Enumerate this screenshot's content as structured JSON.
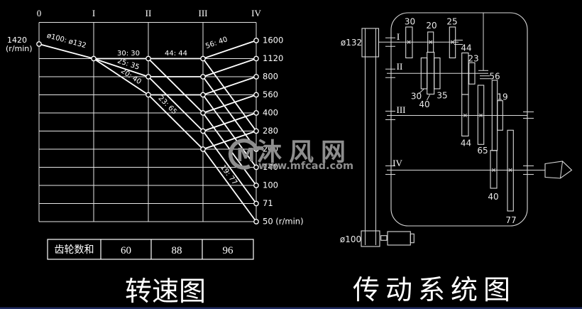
{
  "speed_chart": {
    "title": "转速图",
    "input_speed": "1420",
    "input_unit": "(r/min)",
    "columns": [
      "0",
      "I",
      "II",
      "III",
      "IV"
    ],
    "speeds": [
      "1600",
      "1120",
      "800",
      "560",
      "400",
      "280",
      "200",
      "140",
      "100",
      "71",
      "50 (r/min)"
    ],
    "ratios": {
      "belt": "ø100: ø132",
      "r3030": "30: 30",
      "r2535": "25: 35",
      "r2040": "20: 40",
      "r4444": "44: 44",
      "r2365": "23: 65",
      "r5640": "56: 40",
      "r1977": "19: 77"
    },
    "table": {
      "header": "齿轮数和",
      "values": [
        "60",
        "88",
        "96"
      ]
    }
  },
  "transmission": {
    "title": "传动系统图",
    "pulley_top": "ø132",
    "pulley_bottom": "ø100",
    "shafts": [
      "I",
      "II",
      "III",
      "IV"
    ],
    "gears": {
      "g30i": "30",
      "g20": "20",
      "g25": "25",
      "g44ii": "44",
      "g23": "23",
      "g56": "56",
      "g19": "19",
      "g30ii": "30",
      "g40ii": "40",
      "g35": "35",
      "g44iii": "44",
      "g65": "65",
      "g40iv": "40",
      "g77": "77"
    }
  },
  "watermark": {
    "logo": "M",
    "name": "沐风网",
    "url": "www.mfcad.com"
  },
  "colors": {
    "background": "#000000",
    "line": "#ffffff",
    "watermark": "#8e8e8e"
  },
  "chart_data": {
    "type": "line",
    "title": "转速图",
    "x_categories": [
      "0",
      "I",
      "II",
      "III",
      "IV"
    ],
    "ylabel": "r/min",
    "y_scale": "logarithmic, ratio 1.41 per step",
    "input_rpm": 1420,
    "output_rpm": [
      1600,
      1120,
      800,
      560,
      400,
      280,
      200,
      140,
      100,
      71,
      50
    ],
    "stages": [
      {
        "from": "0",
        "to": "I",
        "ratios": [
          "ø100:ø132"
        ],
        "speeds_out_rpm": [
          1120
        ]
      },
      {
        "from": "I",
        "to": "II",
        "ratios": [
          "30:30",
          "25:35",
          "20:40"
        ],
        "speeds_out_rpm": [
          1120,
          800,
          560
        ]
      },
      {
        "from": "II",
        "to": "III",
        "ratios": [
          "44:44",
          "23:65"
        ],
        "speeds_out_rpm": [
          1120,
          800,
          560,
          400,
          280,
          200
        ]
      },
      {
        "from": "III",
        "to": "IV",
        "ratios": [
          "56:40",
          "19:77"
        ],
        "speeds_out_rpm": [
          1600,
          1120,
          800,
          560,
          400,
          280,
          200,
          140,
          100,
          71,
          50
        ]
      }
    ],
    "gear_sum_table": {
      "header": "齿轮数和",
      "values": [
        60,
        88,
        96
      ]
    }
  }
}
